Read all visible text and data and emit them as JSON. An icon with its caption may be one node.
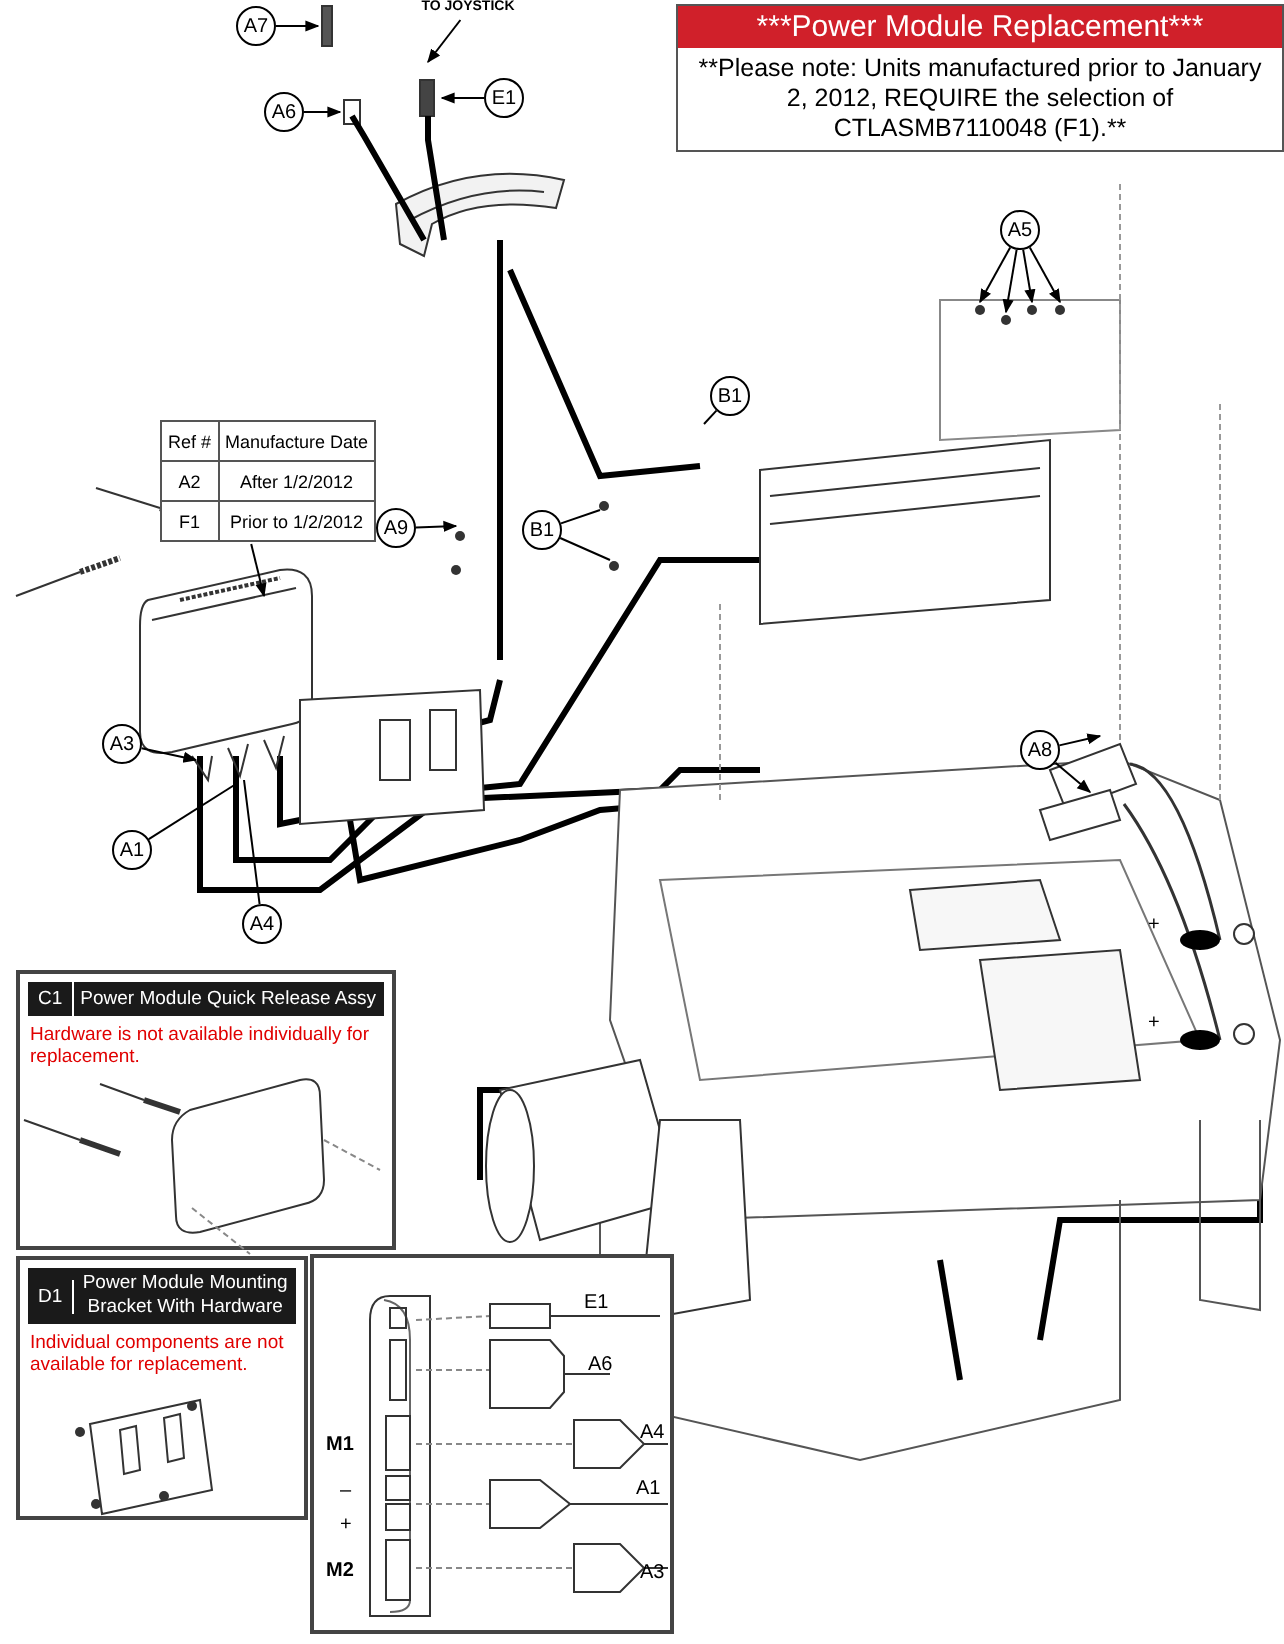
{
  "diagram": {
    "nodes": [
      {
        "text": [
          "A7"
        ]
      },
      {
        "text": [
          "TO JOYSTICK"
        ]
      },
      {
        "text": [
          "A6"
        ]
      },
      {
        "text": [
          "E1"
        ]
      },
      {
        "text": [
          "***Power Module Replacement***",
          "**Please note: Units manufactured prior to January 2, 2012, REQUIRE the selection of CTLASMB7110048 (F1).**"
        ]
      },
      {
        "text": [
          "A5"
        ]
      },
      {
        "text": [
          "Ref #",
          "Manufacture Date",
          "A2",
          "After 1/2/2012",
          "F1",
          "Prior to 1/2/2012"
        ]
      },
      {
        "text": [
          "B1"
        ]
      },
      {
        "text": [
          "B1"
        ]
      },
      {
        "text": [
          "A9"
        ]
      },
      {
        "text": [
          "A8"
        ]
      },
      {
        "text": [
          "A3"
        ]
      },
      {
        "text": [
          "A1"
        ]
      },
      {
        "text": [
          "A4"
        ]
      },
      {
        "text": [
          "C1",
          "Power Module Quick Release Assy",
          "Hardware is not available individually for replacement."
        ]
      },
      {
        "text": [
          "D1",
          "Power Module Mounting Bracket With Hardware",
          "Individual components are not available for replacement."
        ]
      }
    ],
    "edges": [
      {
        "from": 0,
        "to": null,
        "arrow": "to"
      },
      {
        "from": 1,
        "to": null,
        "arrow": "to"
      },
      {
        "from": 2,
        "to": null,
        "arrow": "to"
      },
      {
        "from": 3,
        "to": null,
        "arrow": "to"
      },
      {
        "from": 5,
        "to": null,
        "arrow": "to"
      },
      {
        "from": 5,
        "to": null,
        "arrow": "to"
      },
      {
        "from": 5,
        "to": null,
        "arrow": "to"
      },
      {
        "from": 5,
        "to": null,
        "arrow": "to"
      },
      {
        "from": 6,
        "to": null,
        "arrow": "to"
      },
      {
        "from": 7,
        "to": null,
        "arrow": "none"
      },
      {
        "from": 8,
        "to": null,
        "arrow": "none"
      },
      {
        "from": 8,
        "to": null,
        "arrow": "none"
      },
      {
        "from": 9,
        "to": null,
        "arrow": "to"
      },
      {
        "from": 10,
        "to": null,
        "arrow": "to"
      },
      {
        "from": 10,
        "to": null,
        "arrow": "to"
      },
      {
        "from": 11,
        "to": null,
        "arrow": "to"
      },
      {
        "from": 12,
        "to": null,
        "arrow": "none"
      },
      {
        "from": 13,
        "to": null,
        "arrow": "none"
      }
    ],
    "labels": [
      "+",
      "+",
      "E1",
      "A6",
      "M1",
      "A4",
      "–",
      "A1",
      "+",
      "M2",
      "A3"
    ]
  }
}
